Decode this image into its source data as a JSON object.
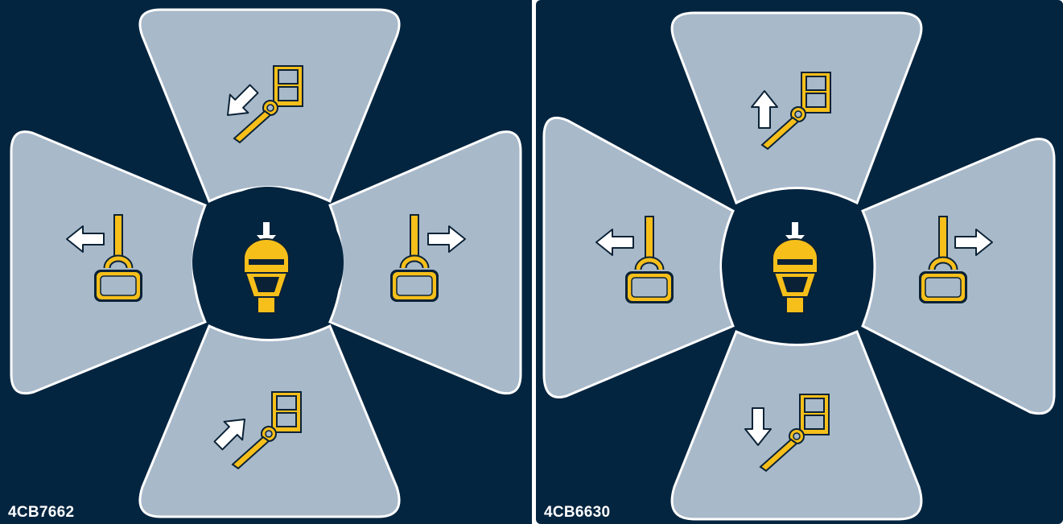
{
  "colors": {
    "background": "#042540",
    "petal_fill": "#a8b9ca",
    "outline": "#ffffff",
    "icon_yellow": "#f7bf1a",
    "icon_stroke": "#0b2236"
  },
  "panels": [
    {
      "code": "4CB7662",
      "pattern": "joystick-control-pattern-diagonal",
      "zones": {
        "top": {
          "action": "boom-in-diagonal",
          "arrow": "arrow-down-left-icon"
        },
        "left": {
          "action": "swing-left",
          "arrow": "arrow-left-icon"
        },
        "right": {
          "action": "swing-right",
          "arrow": "arrow-right-icon"
        },
        "bottom": {
          "action": "boom-out-diagonal",
          "arrow": "arrow-up-right-icon"
        },
        "center": {
          "action": "push-down",
          "arrow": "arrow-down-icon"
        }
      }
    },
    {
      "code": "4CB6630",
      "pattern": "joystick-control-pattern-vertical",
      "zones": {
        "top": {
          "action": "boom-up",
          "arrow": "arrow-up-icon"
        },
        "left": {
          "action": "swing-left",
          "arrow": "arrow-left-icon"
        },
        "right": {
          "action": "swing-right",
          "arrow": "arrow-right-icon"
        },
        "bottom": {
          "action": "boom-down",
          "arrow": "arrow-down-icon"
        },
        "center": {
          "action": "push-down",
          "arrow": "arrow-down-icon"
        }
      }
    }
  ]
}
